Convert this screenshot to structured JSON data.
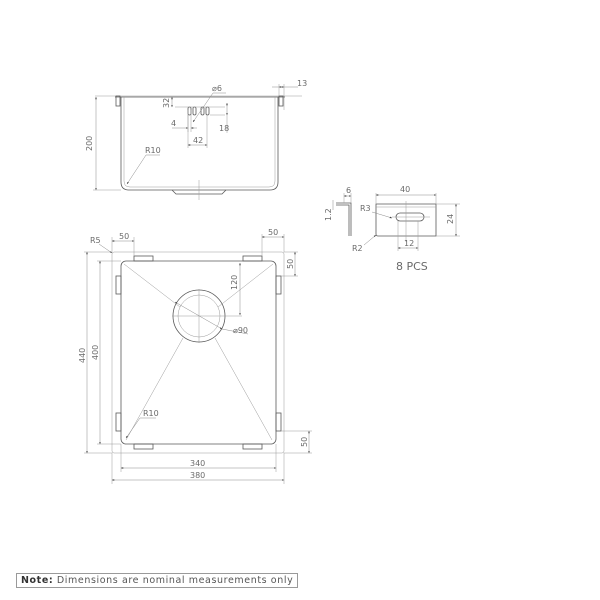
{
  "side_view": {
    "height_label": "200",
    "lip_label": "13",
    "overflow_offset_label": "32",
    "hole_dia_label": "⌀6",
    "slot_gap_label": "4",
    "slot_height_label": "18",
    "slot_width_label": "42",
    "corner_radius_label": "R10"
  },
  "bracket": {
    "flange_label": "6",
    "thickness_label": "1.2",
    "length_label": "40",
    "height_label": "24",
    "slot_radius_label": "R3",
    "corner_radius_label": "R2",
    "slot_length_label": "12",
    "quantity_label": "8 PCS"
  },
  "top_view": {
    "outer_corner_label": "R5",
    "clip_offset_left_label": "50",
    "clip_offset_right_label": "50",
    "clip_offset_top_right_label": "50",
    "clip_offset_bottom_right_label": "50",
    "outer_height_label": "440",
    "inner_height_label": "400",
    "drain_offset_label": "120",
    "drain_dia_label": "⌀90",
    "inner_corner_label": "R10",
    "inner_width_label": "340",
    "outer_width_label": "380"
  },
  "note": {
    "prefix": "Note:",
    "text": " Dimensions are nominal measurements only"
  }
}
